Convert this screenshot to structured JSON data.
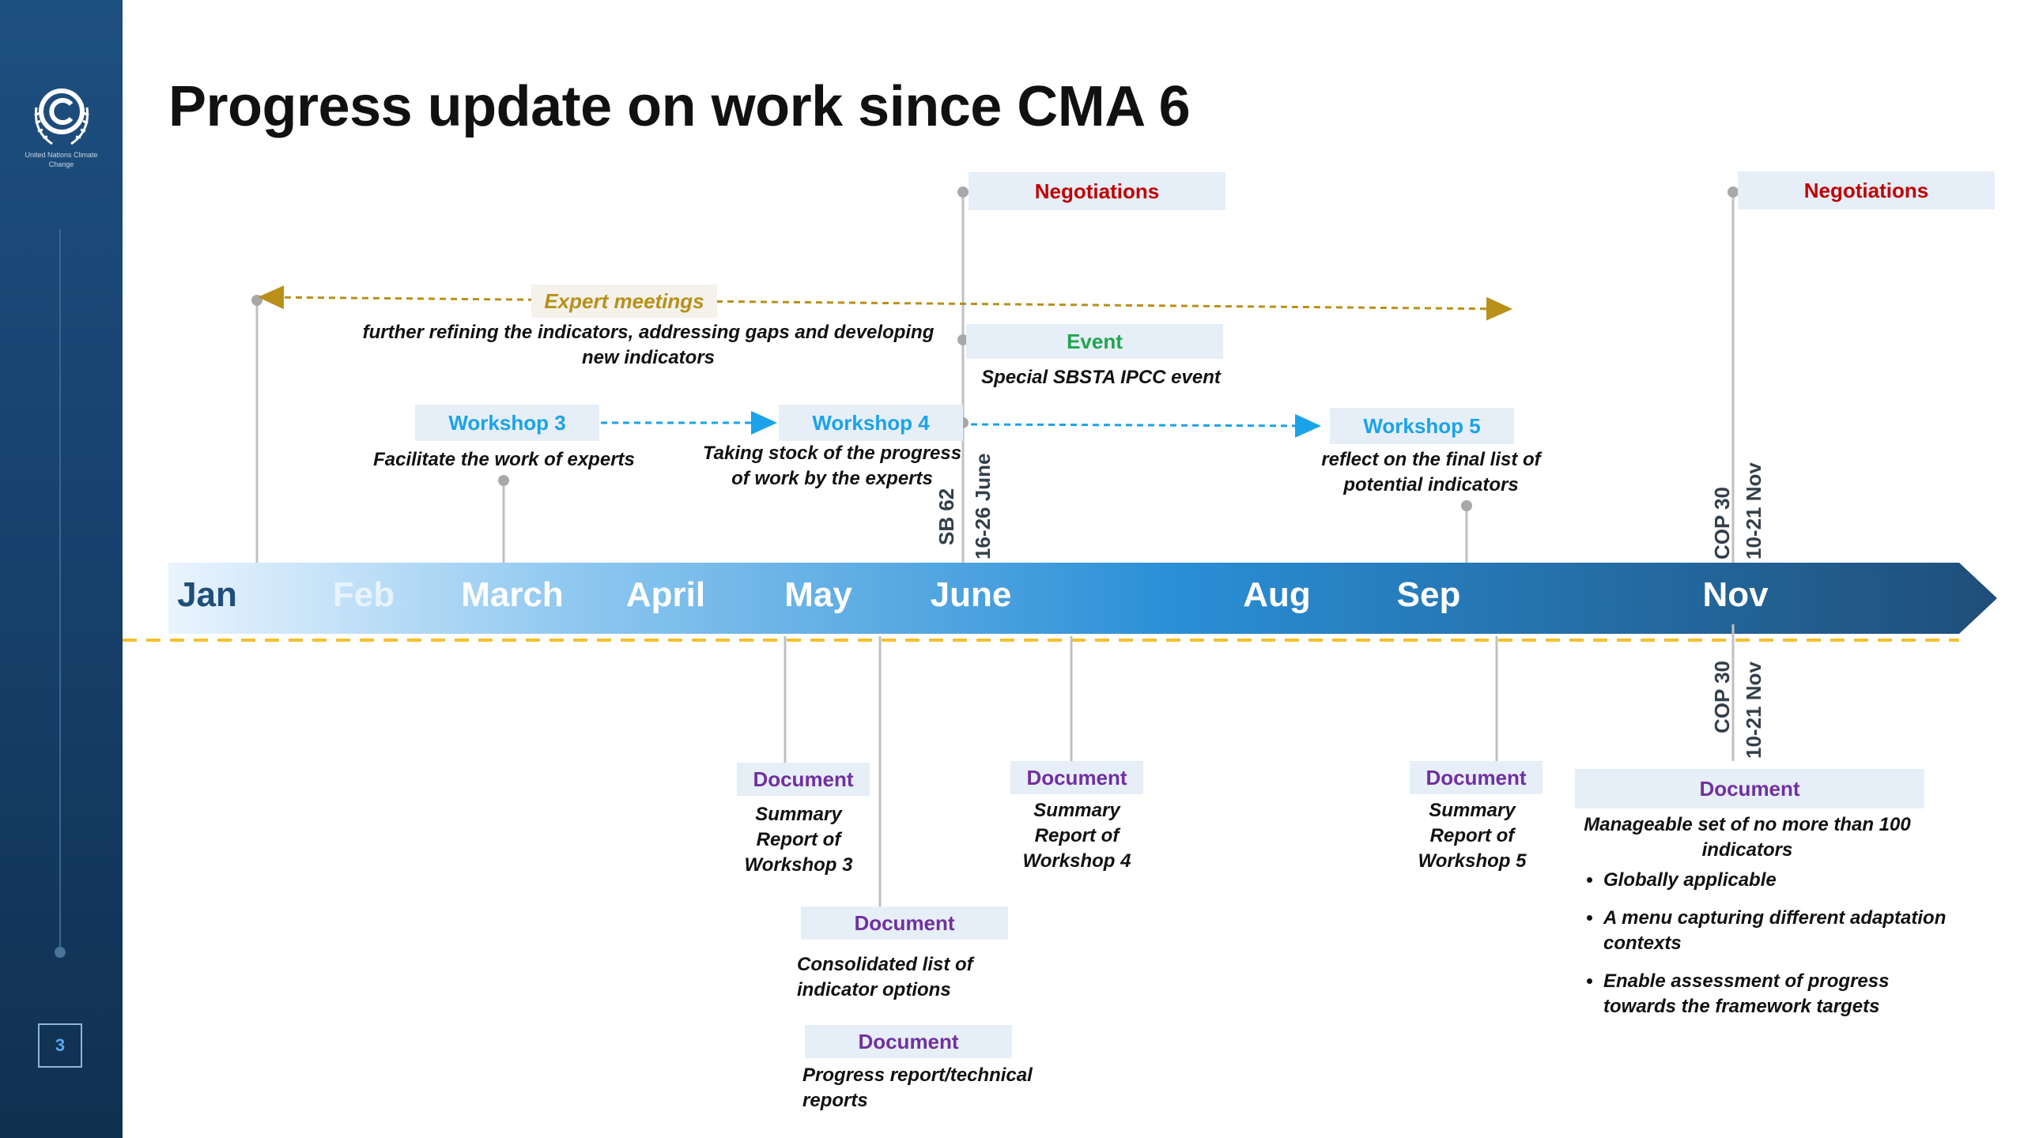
{
  "slide": {
    "title": "Progress update on work since CMA 6",
    "page_number": "3",
    "logo_caption": "United Nations Climate Change"
  },
  "timeline": {
    "months": [
      {
        "label": "Jan",
        "color": "#1f4e79"
      },
      {
        "label": "Feb",
        "color": "#e8f3fc"
      },
      {
        "label": "March",
        "color": "#ffffff"
      },
      {
        "label": "April",
        "color": "#ffffff"
      },
      {
        "label": "May",
        "color": "#ffffff"
      },
      {
        "label": "June",
        "color": "#ffffff"
      },
      {
        "label": "Aug",
        "color": "#ffffff"
      },
      {
        "label": "Sep",
        "color": "#ffffff"
      },
      {
        "label": "Nov",
        "color": "#ffffff"
      }
    ],
    "sb62": {
      "name": "SB 62",
      "dates": "16-26 June"
    },
    "cop30": {
      "name": "COP 30",
      "dates": "10-21 Nov"
    }
  },
  "above": {
    "negotiations_june": "Negotiations",
    "negotiations_nov": "Negotiations",
    "expert_meetings": {
      "label": "Expert meetings",
      "desc": "further refining the indicators, addressing gaps and developing new indicators"
    },
    "event": {
      "label": "Event",
      "desc": "Special SBSTA IPCC event"
    },
    "workshop3": {
      "label": "Workshop 3",
      "desc": "Facilitate the work of experts"
    },
    "workshop4": {
      "label": "Workshop 4",
      "desc": "Taking stock of the progress of work by the experts"
    },
    "workshop5": {
      "label": "Workshop 5",
      "desc": "reflect on the final list of potential indicators"
    }
  },
  "below": {
    "doc_ws3": {
      "label": "Document",
      "desc": "Summary Report of Workshop 3"
    },
    "doc_consolidated": {
      "label": "Document",
      "desc": "Consolidated list of indicator options"
    },
    "doc_progress": {
      "label": "Document",
      "desc": "Progress report/technical reports"
    },
    "doc_ws4": {
      "label": "Document",
      "desc": "Summary Report of Workshop 4"
    },
    "doc_ws5": {
      "label": "Document",
      "desc": "Summary Report of Workshop 5"
    },
    "doc_final": {
      "label": "Document",
      "desc": "Manageable set of no more than 100 indicators",
      "bullets": [
        "Globally applicable",
        "A menu capturing different adaptation contexts",
        "Enable assessment of progress towards the framework targets"
      ]
    }
  },
  "colors": {
    "sidebar": "#1d4f80",
    "arrow_start": "#eaf4fd",
    "arrow_end": "#1f4e79",
    "negotiations": "#c00000",
    "expert": "#b8901a",
    "event": "#1fa64c",
    "workshop": "#1aa3e8",
    "document": "#7030a0",
    "dashed_line": "#f2c12e"
  }
}
